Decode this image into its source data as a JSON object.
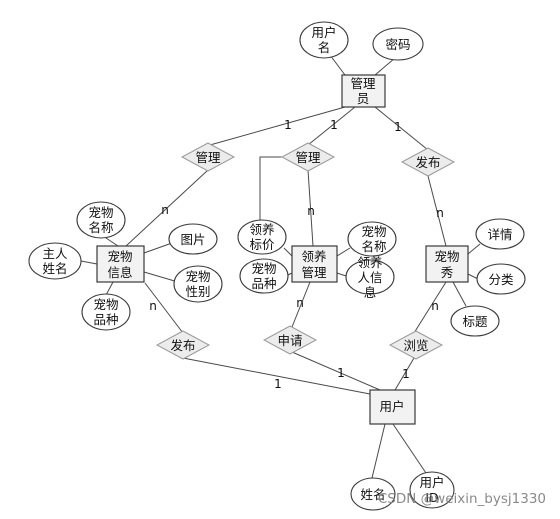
{
  "entities": {
    "admin": "管理员",
    "pet": "宠物信息",
    "adopt": "领养管理",
    "show": "宠物秀",
    "user": "用户"
  },
  "attributes": {
    "admin_username": "用户名",
    "admin_password": "密码",
    "pet_name": "宠物名称",
    "pet_image": "图片",
    "pet_owner": "主人姓名",
    "pet_gender": "宠物性别",
    "pet_breed": "宠物品种",
    "adopt_price": "领养标价",
    "adopt_breed": "宠物品种",
    "adopt_petname": "宠物名称",
    "adopt_person": "领养人信息",
    "show_detail": "详情",
    "show_category": "分类",
    "show_title": "标题",
    "user_name": "姓名",
    "user_id": "用户ID"
  },
  "relationships": {
    "manage1": "管理",
    "manage2": "管理",
    "publish_show": "发布",
    "publish_pet": "发布",
    "apply": "申请",
    "browse": "浏览"
  },
  "cardinalities": {
    "c1": "1",
    "c2": "1",
    "c3": "1",
    "n1": "n",
    "n2": "n",
    "n3": "n",
    "n4": "n",
    "n5": "n",
    "n6": "n",
    "c4": "1",
    "c5": "1",
    "c6": "1"
  },
  "watermark": "CSDN @weixin_bysj1330"
}
